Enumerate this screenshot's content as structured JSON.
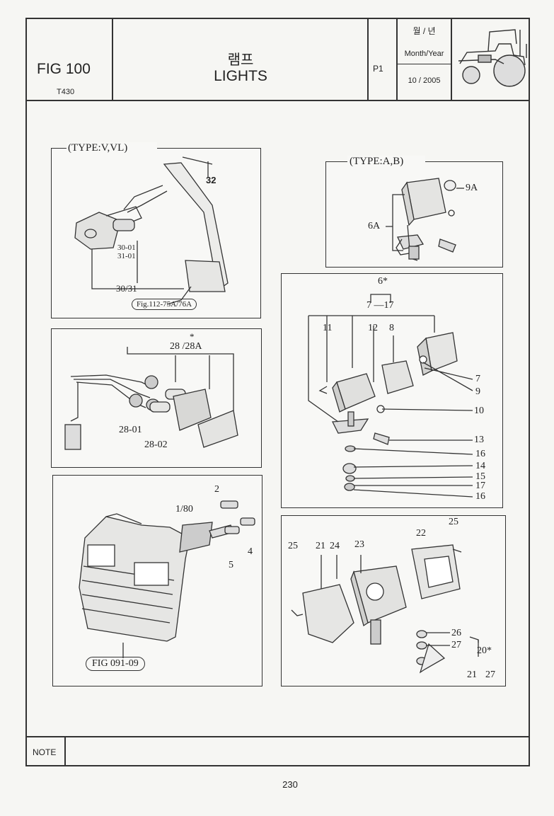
{
  "header": {
    "fig_label": "FIG 100",
    "model": "T430",
    "title_ko": "램프",
    "title_en": "LIGHTS",
    "page_code": "P1",
    "date_label_ko": "월 / 년",
    "date_label_en": "Month/Year",
    "date_value": "10 / 2005",
    "thumbnail_icon": "tractor-icon"
  },
  "panels": {
    "type_v": {
      "title": "(TYPE:V,VL)",
      "labels": [
        "32",
        "30-01",
        "31-01",
        "30/31",
        "Fig.112-75A/76A"
      ]
    },
    "type_ab": {
      "title": "(TYPE:A,B)",
      "labels": [
        "9A",
        "6A"
      ]
    },
    "rear_lamp": {
      "labels": [
        "*",
        "28 /28A",
        "28-01",
        "28-02"
      ]
    },
    "work_lamp": {
      "labels": [
        "6*",
        "7 —17",
        "11",
        "12",
        "8",
        "7",
        "9",
        "10",
        "13",
        "16",
        "14",
        "15",
        "17",
        "16"
      ]
    },
    "head_lamp": {
      "labels": [
        "2",
        "1/80",
        "4",
        "5",
        "FIG 091-09"
      ]
    },
    "flood_lamp": {
      "labels": [
        "25",
        "22",
        "25",
        "21",
        "24",
        "23",
        "26",
        "27",
        "20*",
        "21",
        "27"
      ]
    }
  },
  "note_label": "NOTE",
  "page_number": "230"
}
